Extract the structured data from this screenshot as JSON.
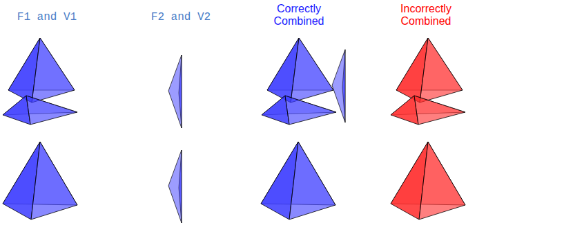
{
  "diagram": {
    "labels": [
      "F1 and V1",
      "F2 and V2",
      "Correctly Combined",
      "Incorrectly Combined"
    ]
  }
}
